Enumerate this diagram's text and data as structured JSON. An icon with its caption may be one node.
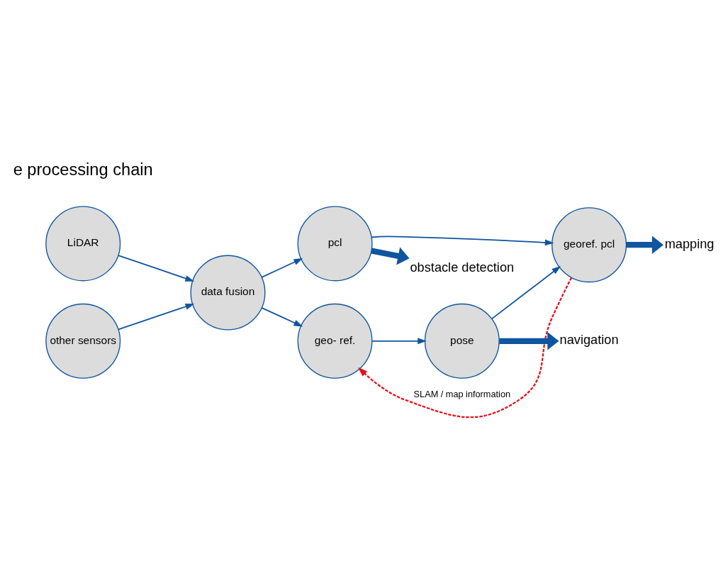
{
  "diagram": {
    "nodes": [
      {
        "text": [
          "LiDAR"
        ]
      },
      {
        "text": [
          "data fusion"
        ]
      },
      {
        "text": [
          "other sensors"
        ]
      },
      {
        "text": [
          "pcl"
        ]
      },
      {
        "text": [
          "geo- ref."
        ]
      },
      {
        "text": [
          "georef. pcl"
        ]
      },
      {
        "text": [
          "pose"
        ]
      },
      {
        "text": [
          "obstacle detection"
        ]
      },
      {
        "text": [
          "mapping"
        ]
      },
      {
        "text": [
          "navigation"
        ]
      }
    ],
    "edges": [
      {
        "from": 0,
        "to": 1,
        "arrow": "to"
      },
      {
        "from": 2,
        "to": 1,
        "arrow": "to"
      },
      {
        "from": 1,
        "to": 3,
        "arrow": "to"
      },
      {
        "from": 1,
        "to": 4,
        "arrow": "to"
      },
      {
        "from": 3,
        "to": 5,
        "arrow": "to"
      },
      {
        "from": 4,
        "to": 6,
        "arrow": "to"
      },
      {
        "from": 6,
        "to": 5,
        "arrow": "to"
      },
      {
        "from": 5,
        "to": 4,
        "arrow": "to",
        "label": "SLAM / map information",
        "style": "dashed",
        "color": "#e8101a"
      },
      {
        "from": 3,
        "to": 7,
        "arrow": "to",
        "style": "thick"
      },
      {
        "from": 5,
        "to": 8,
        "arrow": "to",
        "style": "thick"
      },
      {
        "from": 6,
        "to": 9,
        "arrow": "to",
        "style": "thick"
      }
    ],
    "labels": [
      "e processing chain"
    ]
  }
}
